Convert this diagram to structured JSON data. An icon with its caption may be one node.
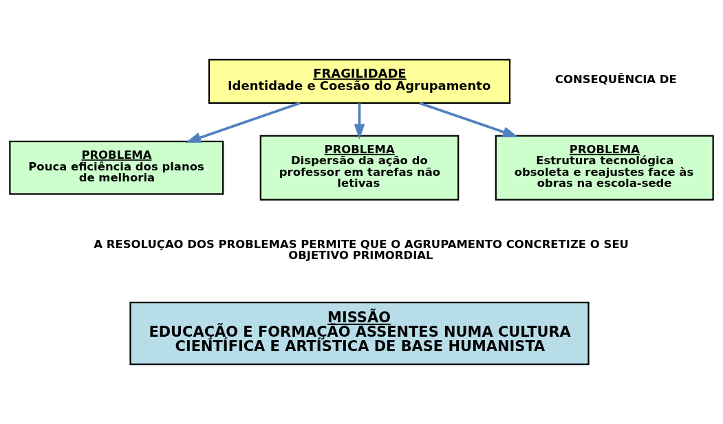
{
  "diagram": {
    "nodes": [
      {
        "text": [
          "FRAGILIDADE",
          "Identidade e Coesão do Agrupamento"
        ]
      },
      {
        "text": [
          "PROBLEMA",
          "Pouca eficiência dos planos de melhoria"
        ]
      },
      {
        "text": [
          "PROBLEMA",
          "Dispersão da ação do professor em tarefas não letivas"
        ]
      },
      {
        "text": [
          "PROBLEMA",
          "Estrutura tecnológica obsoleta e reajustes face às obras na escola-sede"
        ]
      },
      {
        "text": [
          "MISSÃO",
          "EDUCAÇÃO E FORMAÇÃO ASSENTES NUMA CULTURA CIENTÍFICA E ARTÍSTICA DE BASE HUMANISTA"
        ]
      }
    ],
    "edges": [
      {
        "from": 0,
        "to": 1,
        "arrow": "to"
      },
      {
        "from": 0,
        "to": 2,
        "arrow": "to"
      },
      {
        "from": 0,
        "to": 3,
        "arrow": "to"
      }
    ],
    "labels": [
      "CONSEQUÊNCIA DE",
      "A RESOLUÇAO DOS PROBLEMAS PERMITE QUE O AGRUPAMENTO CONCRETIZE O SEU OBJETIVO PRIMORDIAL"
    ]
  }
}
